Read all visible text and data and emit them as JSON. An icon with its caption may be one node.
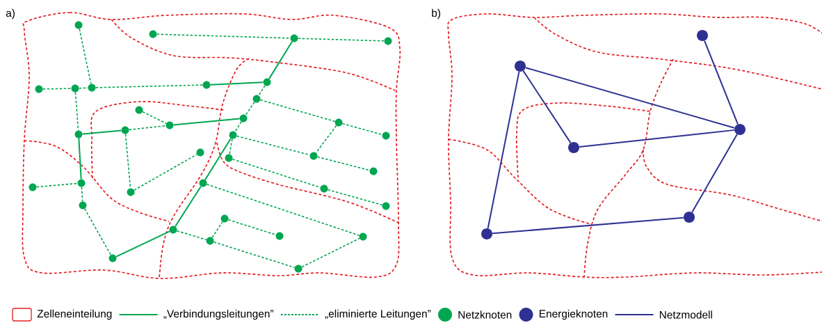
{
  "diagram": {
    "nodes": [
      {
        "text": [],
        "shape": "circle"
      },
      {
        "text": [],
        "shape": "circle"
      },
      {
        "text": [],
        "shape": "circle"
      },
      {
        "text": [],
        "shape": "circle"
      },
      {
        "text": [],
        "shape": "circle"
      },
      {
        "text": [],
        "shape": "circle"
      },
      {
        "text": [],
        "shape": "circle"
      },
      {
        "text": [],
        "shape": "circle"
      },
      {
        "text": [],
        "shape": "circle"
      },
      {
        "text": [],
        "shape": "circle"
      },
      {
        "text": [],
        "shape": "circle"
      },
      {
        "text": [],
        "shape": "circle"
      },
      {
        "text": [],
        "shape": "circle"
      },
      {
        "text": [],
        "shape": "circle"
      },
      {
        "text": [],
        "shape": "circle"
      },
      {
        "text": [],
        "shape": "circle"
      },
      {
        "text": [],
        "shape": "circle"
      },
      {
        "text": [],
        "shape": "circle"
      },
      {
        "text": [],
        "shape": "circle"
      },
      {
        "text": [],
        "shape": "circle"
      },
      {
        "text": [],
        "shape": "circle"
      },
      {
        "text": [],
        "shape": "circle"
      },
      {
        "text": [],
        "shape": "circle"
      },
      {
        "text": [],
        "shape": "circle"
      },
      {
        "text": [],
        "shape": "circle"
      },
      {
        "text": [],
        "shape": "circle"
      },
      {
        "text": [],
        "shape": "circle"
      },
      {
        "text": [],
        "shape": "circle"
      },
      {
        "text": [],
        "shape": "circle"
      },
      {
        "text": [],
        "shape": "circle"
      },
      {
        "text": [],
        "shape": "circle"
      },
      {
        "text": [],
        "shape": "circle"
      },
      {
        "text": [],
        "shape": "circle"
      },
      {
        "text": [],
        "shape": "circle"
      },
      {
        "text": [],
        "shape": "circle"
      },
      {
        "text": [],
        "shape": "circle"
      },
      {
        "text": [],
        "shape": "circle"
      },
      {
        "text": [],
        "shape": "circle"
      },
      {
        "text": [],
        "shape": "circle"
      },
      {
        "text": [],
        "shape": "circle"
      },
      {
        "text": [],
        "shape": "circle"
      },
      {
        "text": [],
        "shape": "circle"
      }
    ],
    "edges": [
      {
        "from": 0,
        "to": 6,
        "arrow": "none",
        "style": "dashed"
      },
      {
        "from": 1,
        "to": 2,
        "arrow": "none",
        "style": "dashed"
      },
      {
        "from": 2,
        "to": 3,
        "arrow": "none",
        "style": "dashed"
      },
      {
        "from": 2,
        "to": 8,
        "arrow": "none"
      },
      {
        "from": 7,
        "to": 8,
        "arrow": "none"
      },
      {
        "from": 4,
        "to": 5,
        "arrow": "none",
        "style": "dashed"
      },
      {
        "from": 5,
        "to": 6,
        "arrow": "none",
        "style": "dashed"
      },
      {
        "from": 6,
        "to": 7,
        "arrow": "none",
        "style": "dashed"
      },
      {
        "from": 5,
        "to": 13,
        "arrow": "none",
        "style": "dashed"
      },
      {
        "from": 8,
        "to": 9,
        "arrow": "none",
        "style": "dashed"
      },
      {
        "from": 9,
        "to": 12,
        "arrow": "none",
        "style": "dashed"
      },
      {
        "from": 10,
        "to": 11,
        "arrow": "none",
        "style": "dashed"
      },
      {
        "from": 11,
        "to": 12,
        "arrow": "none"
      },
      {
        "from": 14,
        "to": 11,
        "arrow": "none",
        "style": "dashed"
      },
      {
        "from": 13,
        "to": 14,
        "arrow": "none"
      },
      {
        "from": 13,
        "to": 23,
        "arrow": "none"
      },
      {
        "from": 14,
        "to": 25,
        "arrow": "none",
        "style": "dashed"
      },
      {
        "from": 25,
        "to": 18,
        "arrow": "none",
        "style": "dashed"
      },
      {
        "from": 12,
        "to": 17,
        "arrow": "none",
        "style": "dashed"
      },
      {
        "from": 17,
        "to": 24,
        "arrow": "none"
      },
      {
        "from": 17,
        "to": 20,
        "arrow": "none",
        "style": "dashed"
      },
      {
        "from": 9,
        "to": 15,
        "arrow": "none",
        "style": "dashed"
      },
      {
        "from": 15,
        "to": 16,
        "arrow": "none",
        "style": "dashed"
      },
      {
        "from": 15,
        "to": 19,
        "arrow": "none",
        "style": "dashed"
      },
      {
        "from": 17,
        "to": 19,
        "arrow": "none",
        "style": "dashed"
      },
      {
        "from": 19,
        "to": 21,
        "arrow": "none",
        "style": "dashed"
      },
      {
        "from": 20,
        "to": 26,
        "arrow": "none",
        "style": "dashed"
      },
      {
        "from": 26,
        "to": 27,
        "arrow": "none",
        "style": "dashed"
      },
      {
        "from": 22,
        "to": 23,
        "arrow": "none",
        "style": "dashed"
      },
      {
        "from": 23,
        "to": 28,
        "arrow": "none",
        "style": "dashed"
      },
      {
        "from": 28,
        "to": 34,
        "arrow": "none",
        "style": "dashed"
      },
      {
        "from": 34,
        "to": 30,
        "arrow": "none"
      },
      {
        "from": 30,
        "to": 24,
        "arrow": "none"
      },
      {
        "from": 24,
        "to": 32,
        "arrow": "none",
        "style": "dashed"
      },
      {
        "from": 30,
        "to": 33,
        "arrow": "none",
        "style": "dashed"
      },
      {
        "from": 33,
        "to": 29,
        "arrow": "none",
        "style": "dashed"
      },
      {
        "from": 29,
        "to": 31,
        "arrow": "none",
        "style": "dashed"
      },
      {
        "from": 33,
        "to": 35,
        "arrow": "none",
        "style": "dashed"
      },
      {
        "from": 35,
        "to": 32,
        "arrow": "none",
        "style": "dashed"
      },
      {
        "from": 36,
        "to": 38,
        "arrow": "none",
        "color": "#2e3192"
      },
      {
        "from": 37,
        "to": 38,
        "arrow": "none",
        "color": "#2e3192"
      },
      {
        "from": 37,
        "to": 39,
        "arrow": "none",
        "color": "#2e3192"
      },
      {
        "from": 39,
        "to": 38,
        "arrow": "none",
        "color": "#2e3192"
      },
      {
        "from": 38,
        "to": 40,
        "arrow": "none",
        "color": "#2e3192"
      },
      {
        "from": 40,
        "to": 41,
        "arrow": "none",
        "color": "#2e3192"
      },
      {
        "from": 41,
        "to": 37,
        "arrow": "none",
        "color": "#2e3192"
      }
    ],
    "labels": [
      "a)",
      "b)"
    ],
    "legend": [
      {
        "text": "Zelleneinteilung"
      },
      {
        "text": "„Verbindungsleitungen”"
      },
      {
        "text": "„eliminierte  Leitungen”"
      },
      {
        "text": "Netzknoten",
        "color": "#00a651"
      },
      {
        "text": "Energieknoten",
        "color": "#2e3192"
      },
      {
        "text": "Netzmodell"
      }
    ]
  }
}
